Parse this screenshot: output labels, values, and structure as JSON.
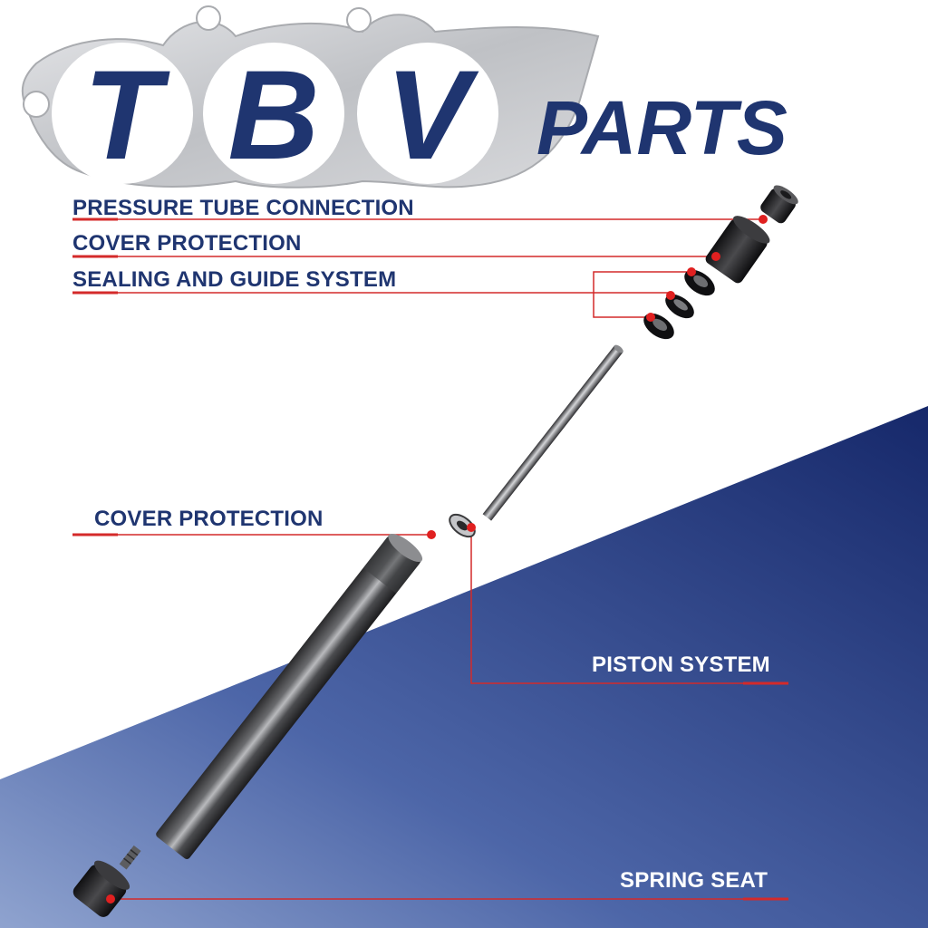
{
  "logo": {
    "letters": [
      "T",
      "B",
      "V"
    ],
    "word": "PARTS"
  },
  "labels": {
    "pressure_tube_connection": "PRESSURE TUBE CONNECTION",
    "cover_protection_top": "COVER PROTECTION",
    "sealing_guide_system": "SEALING AND GUIDE SYSTEM",
    "cover_protection_mid": "COVER PROTECTION",
    "piston_system": "PISTON SYSTEM",
    "spring_seat": "SPRING SEAT"
  },
  "colors": {
    "brand_navy": "#1f3570",
    "accent_red": "#d42a2a",
    "background_blue": "#1d2f6e",
    "gasket_silver": "#c9cacd"
  },
  "icons": {
    "marker": "red-dot-marker"
  }
}
